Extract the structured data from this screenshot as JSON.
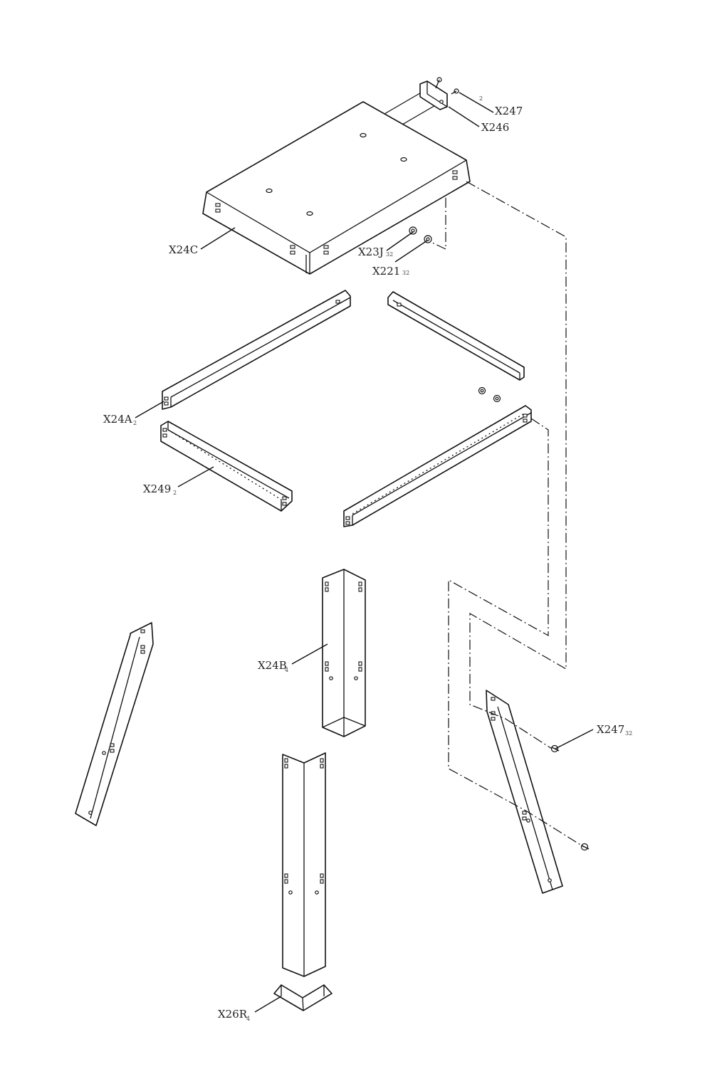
{
  "callouts": {
    "x247_top": {
      "part": "X247",
      "qty": "2"
    },
    "x246": {
      "part": "X246"
    },
    "x24c": {
      "part": "X24C"
    },
    "x23j": {
      "part": "X23J",
      "qty": "32"
    },
    "x221": {
      "part": "X221",
      "qty": "32"
    },
    "x24a": {
      "part": "X24A",
      "qty": "2"
    },
    "x249": {
      "part": "X249",
      "qty": "2"
    },
    "x24b": {
      "part": "X24B",
      "qty": "4"
    },
    "x247_side": {
      "part": "X247",
      "qty": "32"
    },
    "x26r": {
      "part": "X26R",
      "qty": "4"
    }
  }
}
